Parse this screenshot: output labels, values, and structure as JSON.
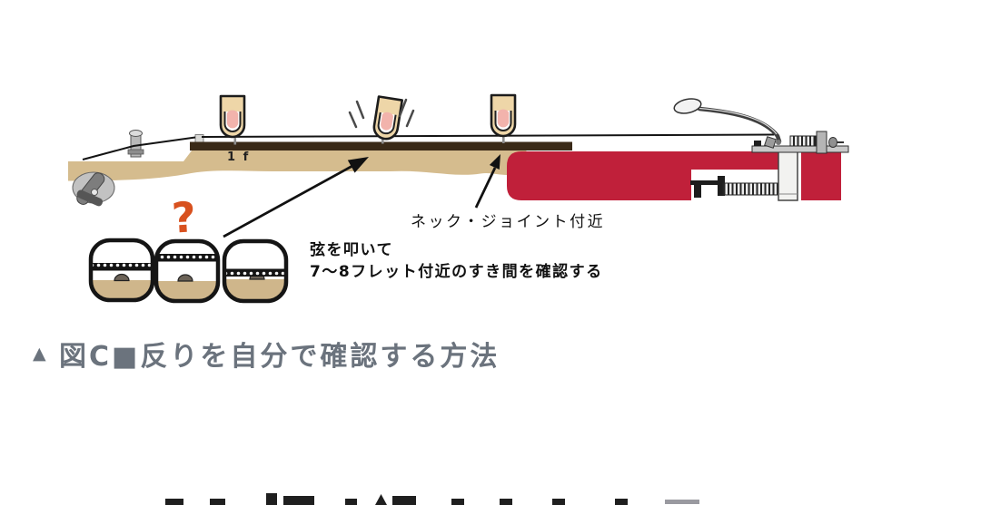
{
  "diagram": {
    "fret_label": "1 f",
    "question_mark": "?",
    "neck_joint_label": "ネック・ジョイント付近",
    "instruction_line1": "弦を叩いて",
    "instruction_line2": "7～8フレット付近のすき間を確認する",
    "insets": [
      {
        "name": "slight-gap"
      },
      {
        "name": "large-gap"
      },
      {
        "name": "no-gap"
      }
    ],
    "colors": {
      "body_red": "#c0203a",
      "neck_tan": "#d5bc8e",
      "fretboard_brown": "#3a2a18",
      "question_orange": "#d8511f",
      "caption_gray": "#6b737d"
    }
  },
  "caption": {
    "marker": "▲",
    "text": "図C■反りを自分で確認する方法"
  }
}
